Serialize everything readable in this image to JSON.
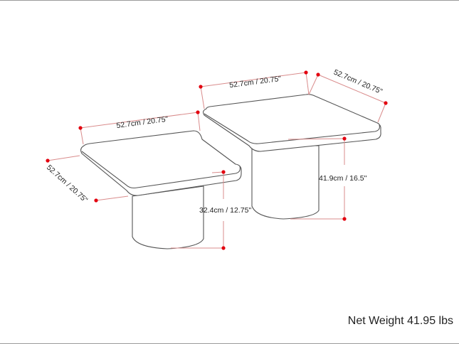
{
  "diagram": {
    "title": "Two nesting side tables dimension diagram",
    "colors": {
      "outline": "#555555",
      "dimension_line": "#d98c8c",
      "dimension_point": "#e3000f",
      "text": "#222222",
      "frame_border": "#9a9a9a"
    },
    "tall_table": {
      "width_label": "52.7cm / 20.75\"",
      "depth_label": "52.7cm / 20.75\"",
      "height_label": "41.9cm / 16.5\""
    },
    "short_table": {
      "width_label": "52.7cm / 20.75\"",
      "depth_label": "52.7cm / 20.75\"",
      "height_label": "32.4cm / 12.75\""
    },
    "net_weight": "Net Weight 41.95 lbs"
  }
}
